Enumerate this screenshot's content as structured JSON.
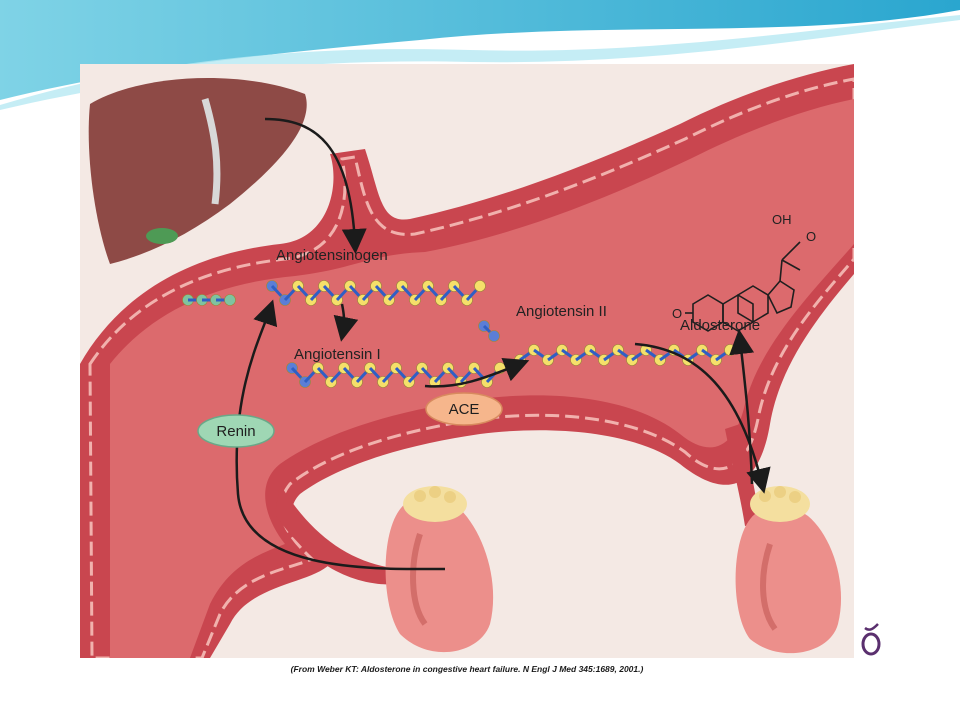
{
  "diagram": {
    "labels": {
      "angiotensinogen": "Angiotensinogen",
      "angiotensin_i": "Angiotensin I",
      "angiotensin_ii": "Angiotensin II",
      "aldosterone": "Aldosterone",
      "renin": "Renin",
      "ace": "ACE",
      "oh": "OH",
      "o_ketone": "O",
      "o_ring": "O"
    },
    "colors": {
      "vessel_wall": "#c9464f",
      "vessel_lumen": "#dc6a6d",
      "liver": "#8e4a46",
      "kidney": "#ec8f8b",
      "adrenal": "#f4df9f",
      "yellow_bead": "#f5e06a",
      "blue_bead": "#5b7ed6",
      "green_bead": "#7fc3a0",
      "renin_pill": "#9fd7b4",
      "ace_pill": "#f6b68c"
    }
  },
  "caption": "(From Weber KT: Aldosterone in congestive heart failure. N Engl J Med 345:1689, 2001.)"
}
